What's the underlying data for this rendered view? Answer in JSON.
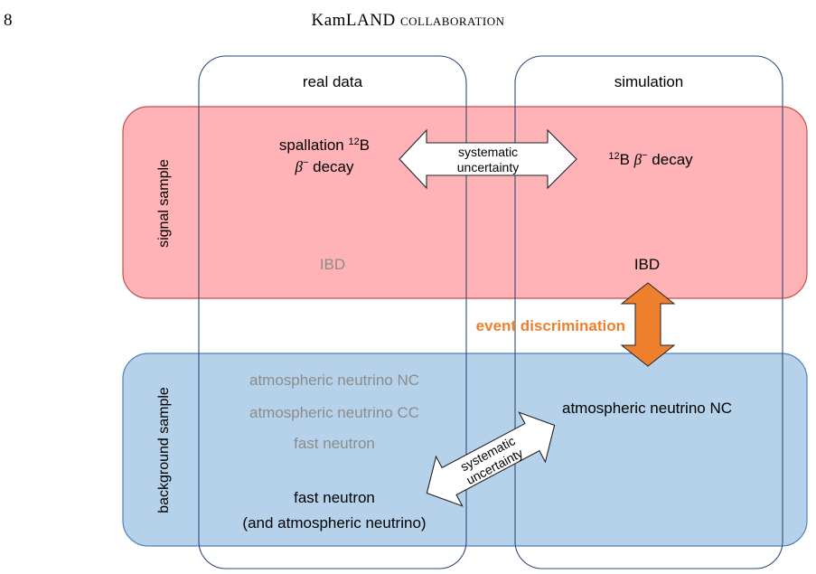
{
  "header": {
    "page_number": "8",
    "running_head_caps": "KamLAND",
    "running_head_smallcaps": "collaboration"
  },
  "columns": {
    "real_data": "real data",
    "simulation": "simulation"
  },
  "rows": {
    "signal": "signal sample",
    "background": "background sample"
  },
  "signal": {
    "real_line1_prefix": "spallation ",
    "real_line1_sup": "12",
    "real_line1_suffix": "B",
    "real_line2_beta": "β",
    "real_line2_sup": "−",
    "real_line2_suffix": " decay",
    "sim_sup": "12",
    "sim_prefix": "B ",
    "sim_beta": "β",
    "sim_beta_sup": "−",
    "sim_suffix": " decay",
    "real_ibd": "IBD",
    "sim_ibd": "IBD"
  },
  "signal_arrow": {
    "line1": "systematic",
    "line2": "uncertainty"
  },
  "discrimination": {
    "label": "event discrimination"
  },
  "background": {
    "real_items": [
      "atmospheric neutrino NC",
      "atmospheric neutrino CC",
      "fast neutron"
    ],
    "real_main_line1": "fast neutron",
    "real_main_line2": "(and atmospheric neutrino)",
    "sim_item": "atmospheric neutrino NC"
  },
  "background_arrow": {
    "line1": "systematic",
    "line2": "uncertainty"
  },
  "colors": {
    "signal_fill": "#ffb3b6",
    "signal_stroke": "#c0504d",
    "background_fill": "#b5d2ea",
    "background_stroke": "#4f81bd",
    "column_stroke": "#2e4a7a",
    "accent_orange": "#ee7f2d",
    "faded_text": "#8c8c8c"
  }
}
